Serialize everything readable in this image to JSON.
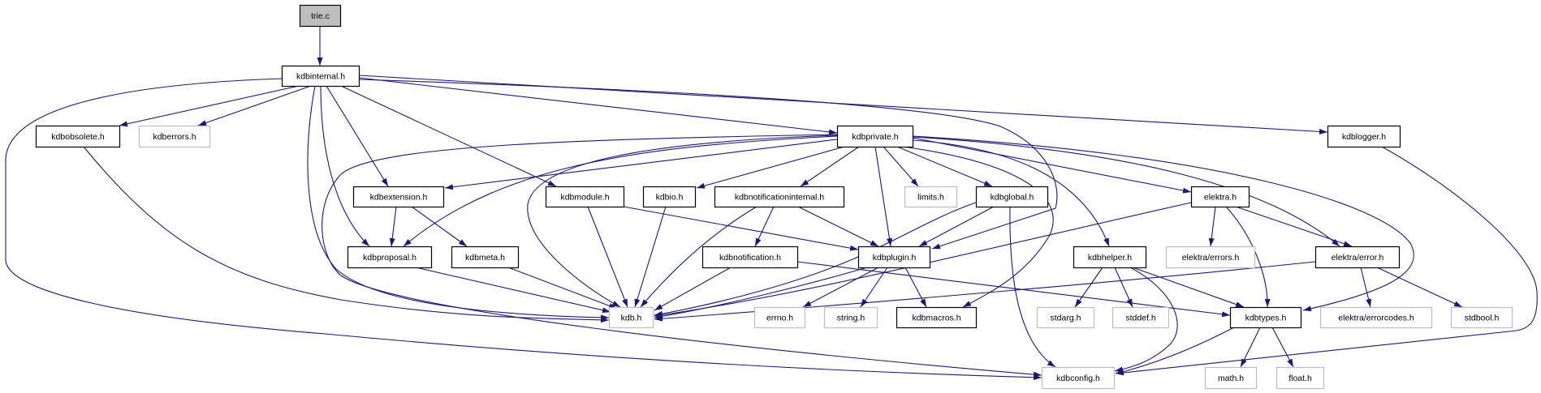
{
  "graph": {
    "title": "trie.c include dependency graph",
    "colors": {
      "edge": "#191970",
      "root_fill": "#bfbfbf",
      "root_border": "#000000",
      "documented_border": "#000000",
      "external_border": "#bfbfbf",
      "node_fill": "#ffffff"
    },
    "nodes": [
      {
        "id": "trie.c",
        "label": "trie.c",
        "kind": "root"
      },
      {
        "id": "kdbinternal.h",
        "label": "kdbinternal.h",
        "kind": "documented"
      },
      {
        "id": "kdbobsolete.h",
        "label": "kdbobsolete.h",
        "kind": "documented"
      },
      {
        "id": "kdberrors.h",
        "label": "kdberrors.h",
        "kind": "external"
      },
      {
        "id": "kdbprivate.h",
        "label": "kdbprivate.h",
        "kind": "documented"
      },
      {
        "id": "kdblogger.h",
        "label": "kdblogger.h",
        "kind": "documented"
      },
      {
        "id": "kdbextension.h",
        "label": "kdbextension.h",
        "kind": "documented"
      },
      {
        "id": "kdbmodule.h",
        "label": "kdbmodule.h",
        "kind": "documented"
      },
      {
        "id": "kdbio.h",
        "label": "kdbio.h",
        "kind": "documented"
      },
      {
        "id": "kdbnotificationinternal.h",
        "label": "kdbnotificationinternal.h",
        "kind": "documented"
      },
      {
        "id": "limits.h",
        "label": "limits.h",
        "kind": "external"
      },
      {
        "id": "kdbglobal.h",
        "label": "kdbglobal.h",
        "kind": "documented"
      },
      {
        "id": "elektra.h",
        "label": "elektra.h",
        "kind": "documented"
      },
      {
        "id": "kdbproposal.h",
        "label": "kdbproposal.h",
        "kind": "documented"
      },
      {
        "id": "kdbmeta.h",
        "label": "kdbmeta.h",
        "kind": "documented"
      },
      {
        "id": "kdbnotification.h",
        "label": "kdbnotification.h",
        "kind": "documented"
      },
      {
        "id": "kdbplugin.h",
        "label": "kdbplugin.h",
        "kind": "documented"
      },
      {
        "id": "kdbhelper.h",
        "label": "kdbhelper.h",
        "kind": "documented"
      },
      {
        "id": "elektra/errors.h",
        "label": "elektra/errors.h",
        "kind": "external"
      },
      {
        "id": "elektra/error.h",
        "label": "elektra/error.h",
        "kind": "documented"
      },
      {
        "id": "kdb.h",
        "label": "kdb.h",
        "kind": "external"
      },
      {
        "id": "errno.h",
        "label": "errno.h",
        "kind": "external"
      },
      {
        "id": "string.h",
        "label": "string.h",
        "kind": "external"
      },
      {
        "id": "kdbmacros.h",
        "label": "kdbmacros.h",
        "kind": "documented"
      },
      {
        "id": "stdarg.h",
        "label": "stdarg.h",
        "kind": "external"
      },
      {
        "id": "stddef.h",
        "label": "stddef.h",
        "kind": "external"
      },
      {
        "id": "kdbtypes.h",
        "label": "kdbtypes.h",
        "kind": "documented"
      },
      {
        "id": "elektra/errorcodes.h",
        "label": "elektra/errorcodes.h",
        "kind": "external"
      },
      {
        "id": "stdbool.h",
        "label": "stdbool.h",
        "kind": "external"
      },
      {
        "id": "kdbconfig.h",
        "label": "kdbconfig.h",
        "kind": "external"
      },
      {
        "id": "math.h",
        "label": "math.h",
        "kind": "external"
      },
      {
        "id": "float.h",
        "label": "float.h",
        "kind": "external"
      }
    ],
    "edges": [
      {
        "from": "trie.c",
        "to": "kdbinternal.h"
      },
      {
        "from": "kdbinternal.h",
        "to": "kdbconfig.h"
      },
      {
        "from": "kdbinternal.h",
        "to": "kdbobsolete.h"
      },
      {
        "from": "kdbinternal.h",
        "to": "kdberrors.h"
      },
      {
        "from": "kdbinternal.h",
        "to": "kdb.h"
      },
      {
        "from": "kdbinternal.h",
        "to": "kdbproposal.h"
      },
      {
        "from": "kdbinternal.h",
        "to": "kdbextension.h"
      },
      {
        "from": "kdbinternal.h",
        "to": "kdbmodule.h"
      },
      {
        "from": "kdbinternal.h",
        "to": "kdbprivate.h"
      },
      {
        "from": "kdbinternal.h",
        "to": "kdbplugin.h"
      },
      {
        "from": "kdbinternal.h",
        "to": "kdblogger.h"
      },
      {
        "from": "kdbobsolete.h",
        "to": "kdb.h"
      },
      {
        "from": "kdbprivate.h",
        "to": "kdbextension.h"
      },
      {
        "from": "kdbprivate.h",
        "to": "kdbproposal.h"
      },
      {
        "from": "kdbprivate.h",
        "to": "kdb.h"
      },
      {
        "from": "kdbprivate.h",
        "to": "kdbconfig.h"
      },
      {
        "from": "kdbprivate.h",
        "to": "kdbio.h"
      },
      {
        "from": "kdbprivate.h",
        "to": "kdbnotificationinternal.h"
      },
      {
        "from": "kdbprivate.h",
        "to": "kdbplugin.h"
      },
      {
        "from": "kdbprivate.h",
        "to": "limits.h"
      },
      {
        "from": "kdbprivate.h",
        "to": "kdbglobal.h"
      },
      {
        "from": "kdbprivate.h",
        "to": "kdbmacros.h"
      },
      {
        "from": "kdbprivate.h",
        "to": "kdbhelper.h"
      },
      {
        "from": "kdbprivate.h",
        "to": "elektra.h"
      },
      {
        "from": "kdbprivate.h",
        "to": "elektra/error.h"
      },
      {
        "from": "kdbprivate.h",
        "to": "kdbtypes.h"
      },
      {
        "from": "kdblogger.h",
        "to": "kdbconfig.h"
      },
      {
        "from": "kdbextension.h",
        "to": "kdbproposal.h"
      },
      {
        "from": "kdbextension.h",
        "to": "kdbmeta.h"
      },
      {
        "from": "kdbproposal.h",
        "to": "kdb.h"
      },
      {
        "from": "kdbmeta.h",
        "to": "kdb.h"
      },
      {
        "from": "kdbmodule.h",
        "to": "kdb.h"
      },
      {
        "from": "kdbmodule.h",
        "to": "kdbplugin.h"
      },
      {
        "from": "kdbio.h",
        "to": "kdb.h"
      },
      {
        "from": "kdbnotificationinternal.h",
        "to": "kdb.h"
      },
      {
        "from": "kdbnotificationinternal.h",
        "to": "kdbnotification.h"
      },
      {
        "from": "kdbnotificationinternal.h",
        "to": "kdbplugin.h"
      },
      {
        "from": "kdbnotification.h",
        "to": "kdb.h"
      },
      {
        "from": "kdbnotification.h",
        "to": "kdbtypes.h"
      },
      {
        "from": "kdbglobal.h",
        "to": "kdb.h"
      },
      {
        "from": "kdbglobal.h",
        "to": "kdbplugin.h"
      },
      {
        "from": "kdbglobal.h",
        "to": "kdbconfig.h"
      },
      {
        "from": "kdbplugin.h",
        "to": "kdb.h"
      },
      {
        "from": "kdbplugin.h",
        "to": "errno.h"
      },
      {
        "from": "kdbplugin.h",
        "to": "string.h"
      },
      {
        "from": "kdbplugin.h",
        "to": "kdbmacros.h"
      },
      {
        "from": "kdbhelper.h",
        "to": "stdarg.h"
      },
      {
        "from": "kdbhelper.h",
        "to": "stddef.h"
      },
      {
        "from": "kdbhelper.h",
        "to": "kdbtypes.h"
      },
      {
        "from": "kdbhelper.h",
        "to": "kdbconfig.h"
      },
      {
        "from": "elektra.h",
        "to": "kdb.h"
      },
      {
        "from": "elektra.h",
        "to": "elektra/errors.h"
      },
      {
        "from": "elektra.h",
        "to": "kdbtypes.h"
      },
      {
        "from": "elektra.h",
        "to": "elektra/error.h"
      },
      {
        "from": "elektra/error.h",
        "to": "kdb.h"
      },
      {
        "from": "elektra/error.h",
        "to": "elektra/errorcodes.h"
      },
      {
        "from": "elektra/error.h",
        "to": "stdbool.h"
      },
      {
        "from": "kdbtypes.h",
        "to": "kdbconfig.h"
      },
      {
        "from": "kdbtypes.h",
        "to": "math.h"
      },
      {
        "from": "kdbtypes.h",
        "to": "float.h"
      }
    ]
  }
}
